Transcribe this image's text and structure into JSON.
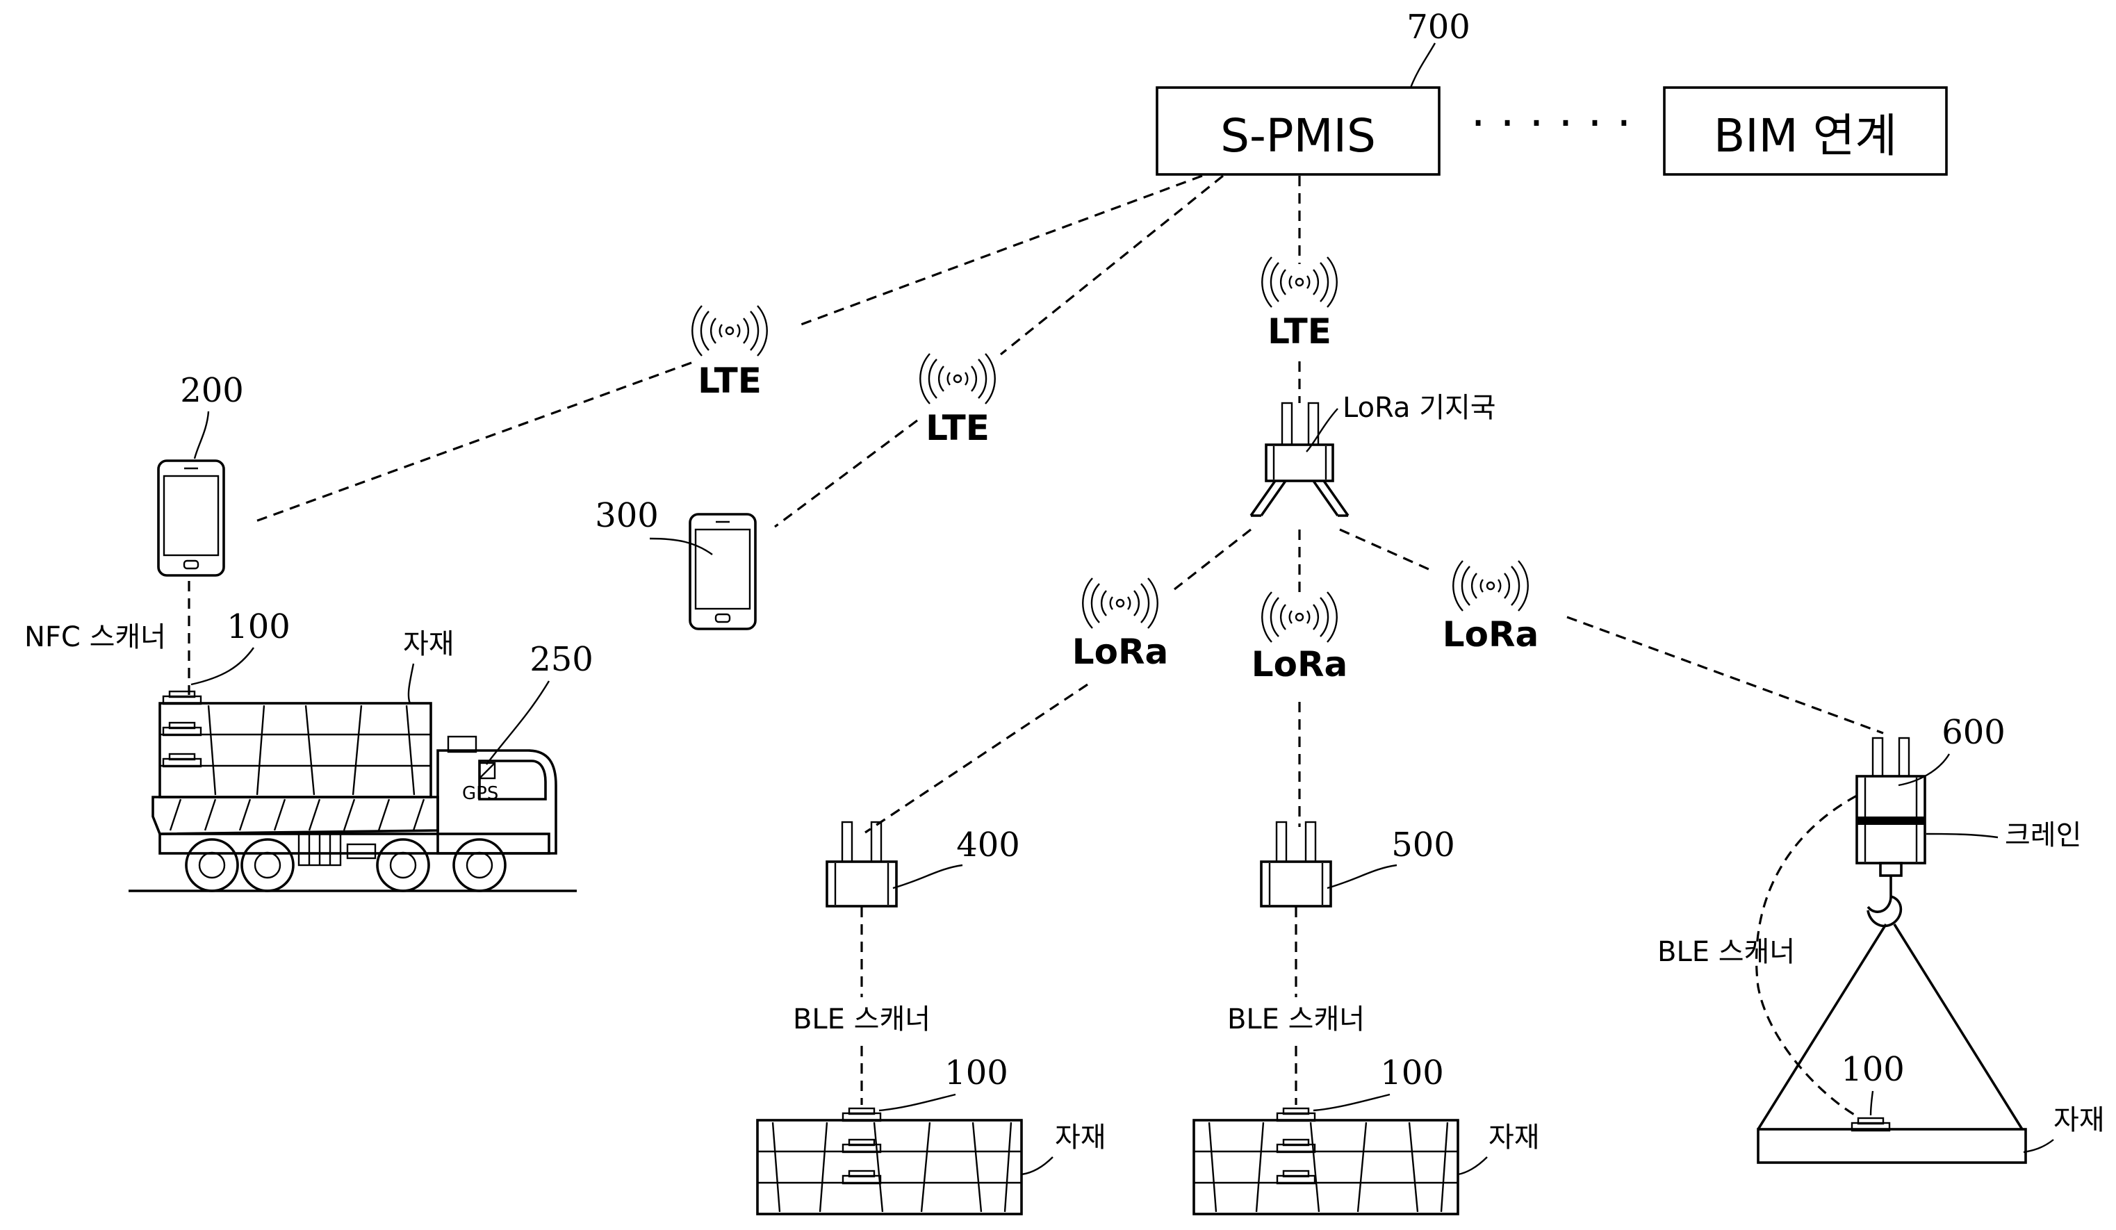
{
  "nodes": {
    "spmis": {
      "ref": "700",
      "label": "S-PMIS"
    },
    "bim": {
      "label": "BIM 연계"
    },
    "ellipsis": "· · · · · ·",
    "phone_a": {
      "ref": "200"
    },
    "phone_b": {
      "ref": "300"
    },
    "truck": {
      "ref": "250",
      "gps": "GPS",
      "cargo": "자재"
    },
    "tag_truck": {
      "ref": "100"
    },
    "nfc": "NFC 스캐너",
    "lora_base": {
      "label": "LoRa 기지국"
    },
    "gateway_left": {
      "ref": "400"
    },
    "gateway_mid": {
      "ref": "500"
    },
    "crane": {
      "ref": "600",
      "label": "크레인"
    },
    "ble_left": "BLE 스캐너",
    "ble_mid": "BLE 스캐너",
    "ble_crane": "BLE 스캐너",
    "tag_left": {
      "ref": "100",
      "material": "자재"
    },
    "tag_mid": {
      "ref": "100",
      "material": "자재"
    },
    "tag_crane": {
      "ref": "100",
      "material": "자재"
    }
  },
  "links": {
    "lte_a": "LTE",
    "lte_b": "LTE",
    "lte_c": "LTE",
    "lora_a": "LoRa",
    "lora_b": "LoRa",
    "lora_c": "LoRa"
  },
  "icons": [
    "wireless-signal-icon",
    "smartphone-icon",
    "dump-truck-icon",
    "lora-antenna-icon",
    "crane-hook-icon",
    "material-block-icon",
    "rfid-tag-icon"
  ]
}
